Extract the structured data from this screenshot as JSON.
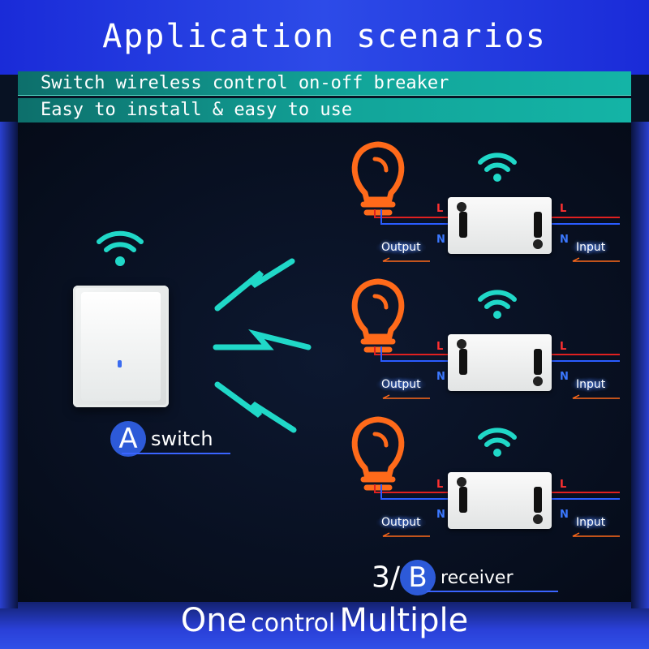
{
  "header": {
    "title": "Application scenarios",
    "line1": "Switch wireless control on-off breaker",
    "line2": "Easy to install & easy to use"
  },
  "switch_label": {
    "letter": "A",
    "text": "switch"
  },
  "receiver_label": {
    "count": "3/",
    "letter": "B",
    "text": "receiver"
  },
  "footer": {
    "one": "One",
    "control": "control",
    "multiple": "Multiple"
  },
  "receivers": [
    {
      "output": "Output",
      "input": "Input",
      "L": "L",
      "N": "N"
    },
    {
      "output": "Output",
      "input": "Input",
      "L": "L",
      "N": "N"
    },
    {
      "output": "Output",
      "input": "Input",
      "L": "L",
      "N": "N"
    }
  ],
  "colors": {
    "accent": "#20d8c8",
    "bulb": "#ff6a1a",
    "live": "#e02020",
    "neutral": "#2a5cff",
    "badge": "#2d5ad8"
  }
}
